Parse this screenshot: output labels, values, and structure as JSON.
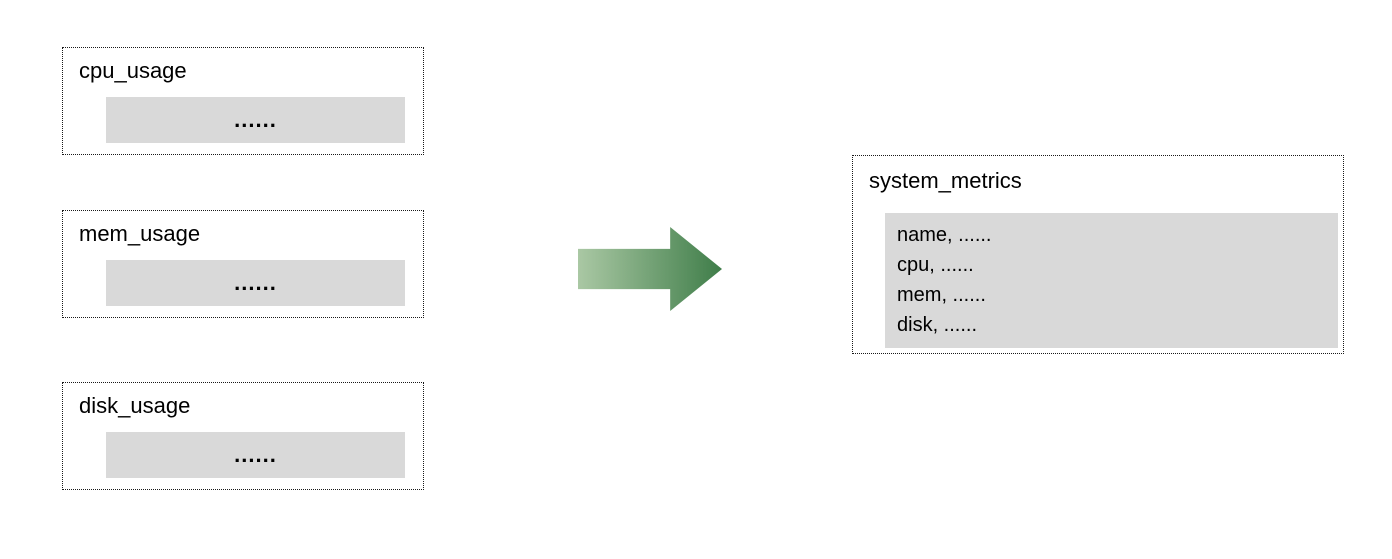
{
  "colors": {
    "row-fill": "#d9d9d9",
    "arrow-start": "#aac8a4",
    "arrow-end": "#3f7d49",
    "border": "#1a1a1a"
  },
  "sources": [
    {
      "title": "cpu_usage",
      "placeholder": "......"
    },
    {
      "title": "mem_usage",
      "placeholder": "......"
    },
    {
      "title": "disk_usage",
      "placeholder": "......"
    }
  ],
  "arrow": {
    "direction": "right"
  },
  "target": {
    "title": "system_metrics",
    "rows": [
      "name, ......",
      "cpu, ......",
      "mem, ......",
      "disk, ......"
    ]
  }
}
